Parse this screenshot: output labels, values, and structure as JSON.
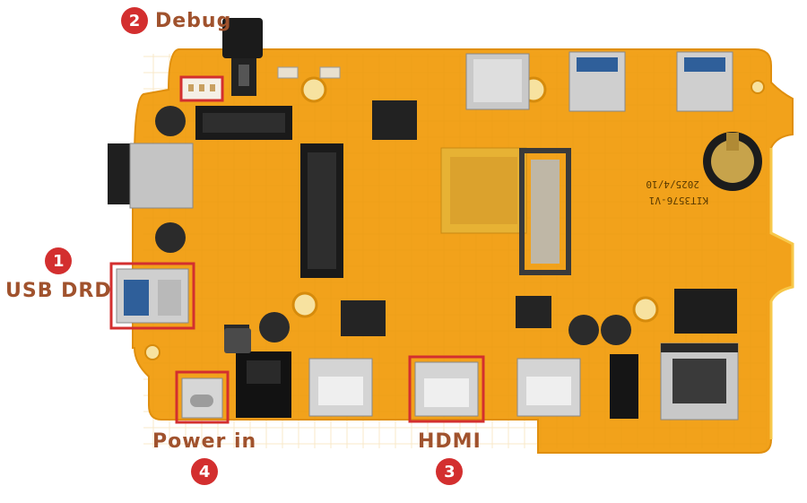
{
  "callouts": {
    "debug": {
      "number": "2",
      "label": "Debug"
    },
    "usb_drd": {
      "number": "1",
      "label": "USB DRD"
    },
    "power_in": {
      "number": "4",
      "label": "Power in"
    },
    "hdmi": {
      "number": "3",
      "label": "HDMI"
    }
  },
  "board": {
    "model": "KIT3576-V1",
    "date": "2025/4/10"
  },
  "colors": {
    "pcb": "#f2a21b",
    "pcb_edge": "#e08f0e",
    "highlight": "#d32f2f",
    "label": "#a0522d"
  }
}
